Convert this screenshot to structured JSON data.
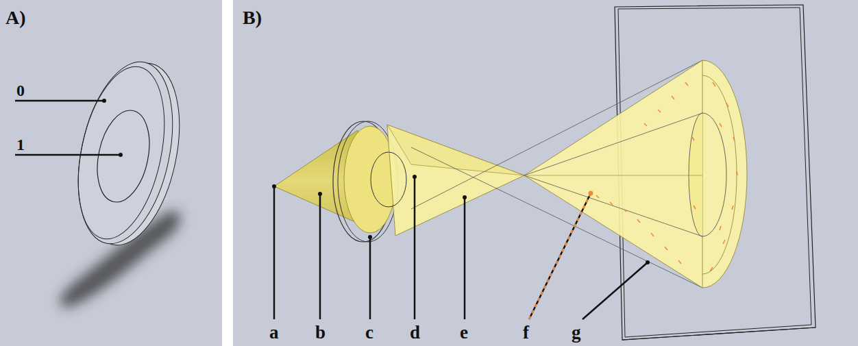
{
  "diagram": {
    "labels": [
      "A)",
      "0",
      "1",
      "B)",
      "a",
      "b",
      "c",
      "d",
      "e",
      "f",
      "g"
    ]
  }
}
